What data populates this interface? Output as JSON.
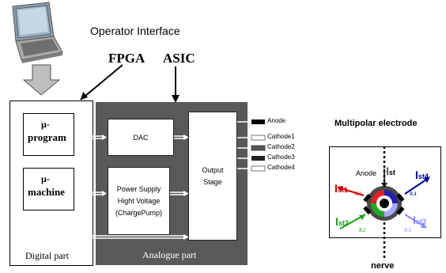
{
  "operator": {
    "label": "Operator Interface"
  },
  "tags": {
    "fpga": "FPGA",
    "asic": "ASIC"
  },
  "digital": {
    "mu_program_1": "µ-",
    "mu_program_2": "program",
    "mu_machine_1": "µ-",
    "mu_machine_2": "machine",
    "label": "Digital part"
  },
  "analogue": {
    "dac": "DAC",
    "ps_line1": "Power Supply",
    "ps_line2": "Hight Voltage",
    "ps_line3": "(ChargePump)",
    "output_line1": "Output",
    "output_line2": "Stage",
    "label": "Analogue part"
  },
  "outputs": [
    "Anode",
    "Cathode1",
    "Cathode2",
    "Cathode3",
    "Cathode4"
  ],
  "electrode": {
    "title": "Multipolar electrode",
    "anode": "Anode",
    "ist_top": "I",
    "ist_top_sub": "st",
    "ist1": "I",
    "ist1_sub": "st1",
    "ist2": "I",
    "ist2_sub": "st2",
    "ist3": "I",
    "ist3_sub": "st3",
    "ist4": "I",
    "ist4_sub": "st4",
    "k1": "K1",
    "k2": "K2",
    "k3": "K3",
    "k4": "K4",
    "nerve": "nerve"
  },
  "colors": {
    "analogue_bg": "#595959",
    "ist1": "#cc0000",
    "ist2": "#1aa01a",
    "ist3": "#8a8aff",
    "ist4": "#000099"
  }
}
